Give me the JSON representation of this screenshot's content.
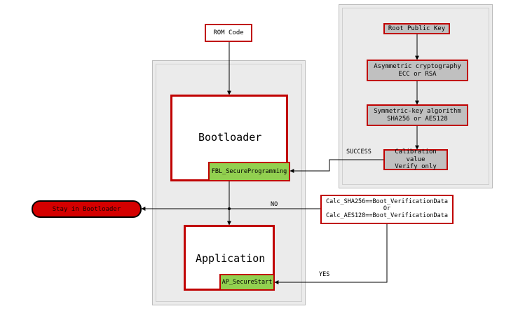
{
  "nodes": {
    "rom_code": "ROM Code",
    "bootloader": "Bootloader",
    "fbl_secure_programming": "FBL_SecureProgramming",
    "application": "Application",
    "ap_secure_start": "AP_SecureStart",
    "stay_in_bootloader": "Stay in Bootloader",
    "verification_check": "Calc_SHA256==Boot_VerificationData\nOr\nCalc_AES128==Boot_VerificationData",
    "root_public_key": "Root Public Key",
    "asymmetric": "Asymmetric cryptography\nECC or RSA",
    "symmetric": "Symmetric-key algorithm\nSHA256 or AES128",
    "calibration": "Calibration value\nVerify only"
  },
  "edges": {
    "success": "SUCCESS",
    "no": "NO",
    "yes": "YES"
  },
  "colors": {
    "border_red": "#c00000",
    "fill_grey": "#c0c0c0",
    "fill_green": "#92d050",
    "fill_red": "#d40000",
    "panel": "#ebebeb"
  }
}
